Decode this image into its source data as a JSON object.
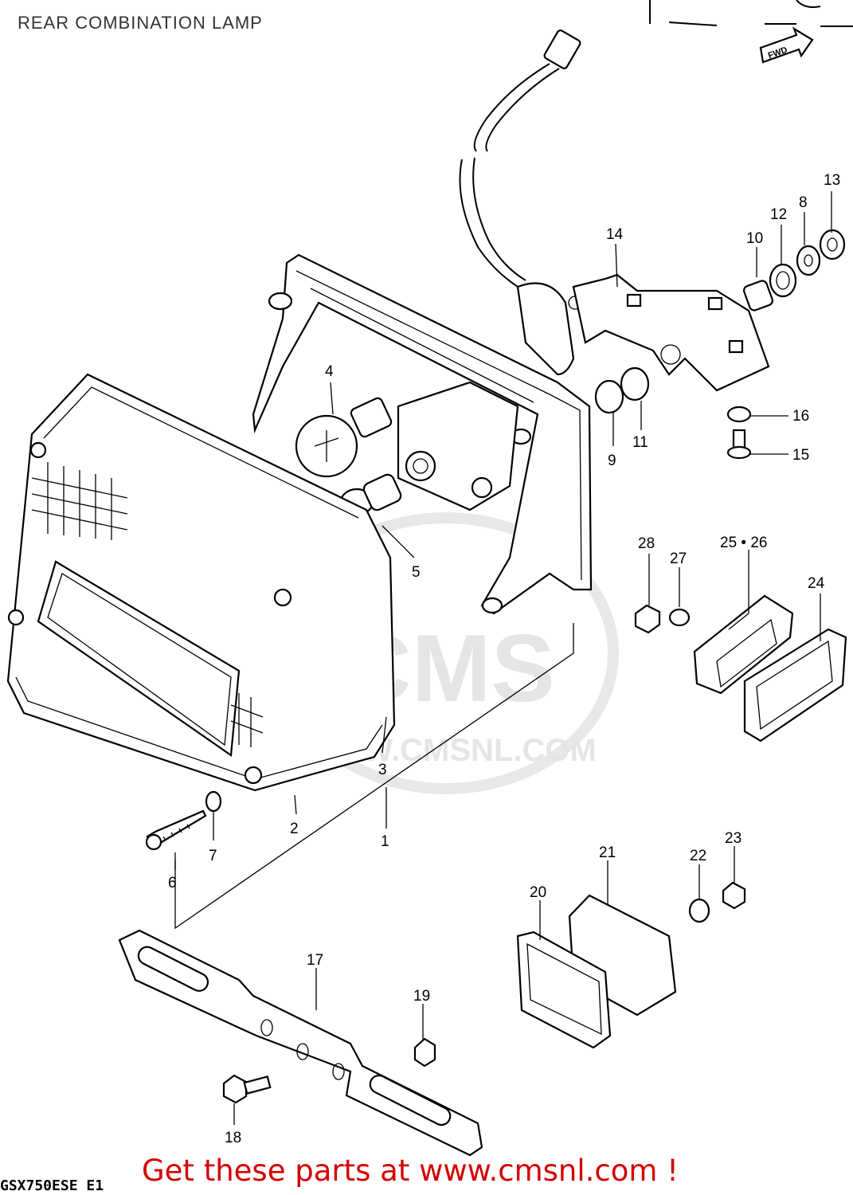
{
  "title": "REAR COMBINATION LAMP",
  "footer_link": "Get these parts at www.cmsnl.com !",
  "model_code": "GSX750ESE E1",
  "watermark": {
    "logo": "CMS",
    "url": "WWW.CMSNL.COM"
  },
  "fwd_label": "FWD",
  "callouts": {
    "c1": "1",
    "c2": "2",
    "c3": "3",
    "c4": "4",
    "c5": "5",
    "c6": "6",
    "c7": "7",
    "c8": "8",
    "c9": "9",
    "c10": "10",
    "c11": "11",
    "c12": "12",
    "c13": "13",
    "c14": "14",
    "c15": "15",
    "c16": "16",
    "c17": "17",
    "c18": "18",
    "c19": "19",
    "c20": "20",
    "c21": "21",
    "c22": "22",
    "c23": "23",
    "c24": "24",
    "c25_26": "25 • 26",
    "c27": "27",
    "c28": "28"
  },
  "colors": {
    "footer": "#d40000",
    "watermark": "#e3e3e3",
    "lines": "#000000"
  }
}
